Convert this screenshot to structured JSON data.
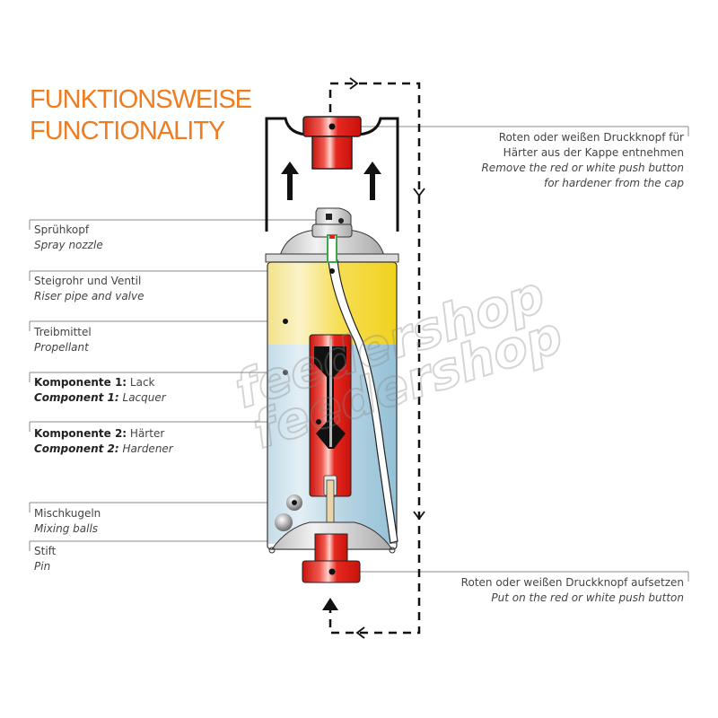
{
  "title": {
    "de": "FUNKTIONSWEISE",
    "en": "FUNCTIONALITY"
  },
  "colors": {
    "accent_orange": "#ee7d22",
    "button_red": "#e0241c",
    "propellant_yellow": "#f8e04a",
    "lacquer_blue": "#b7d5e4",
    "riser_green": "#3aa84a",
    "leader_line": "#888888"
  },
  "labels": {
    "spray_nozzle": {
      "de": "Sprühkopf",
      "en": "Spray nozzle"
    },
    "riser_pipe": {
      "de": "Steigrohr und Ventil",
      "en": "Riser pipe and valve"
    },
    "propellant": {
      "de": "Treibmittel",
      "en": "Propellant"
    },
    "component1": {
      "de_bold": "Komponente 1:",
      "de": " Lack",
      "en_bold": "Component 1:",
      "en": " Lacquer"
    },
    "component2": {
      "de_bold": "Komponente 2:",
      "de": " Härter",
      "en_bold": "Component 2:",
      "en": " Hardener"
    },
    "mixing_balls": {
      "de": "Mischkugeln",
      "en": "Mixing balls"
    },
    "pin": {
      "de": "Stift",
      "en": "Pin"
    },
    "remove_button": {
      "de_line1": "Roten oder weißen Druckknopf für",
      "de_line2": "Härter aus der Kappe entnehmen",
      "en_line1": "Remove the red or white push button",
      "en_line2": "for hardener from the cap"
    },
    "put_on_button": {
      "de": "Roten oder weißen Druckknopf aufsetzen",
      "en": "Put on the red or white push button"
    }
  },
  "icons": {
    "up_arrow": "up-arrow-icon",
    "flow_arrow_right": "chevron-right-icon",
    "flow_arrow_down": "chevron-down-icon",
    "flow_arrow_left": "chevron-left-icon"
  },
  "watermark": "feedershop"
}
